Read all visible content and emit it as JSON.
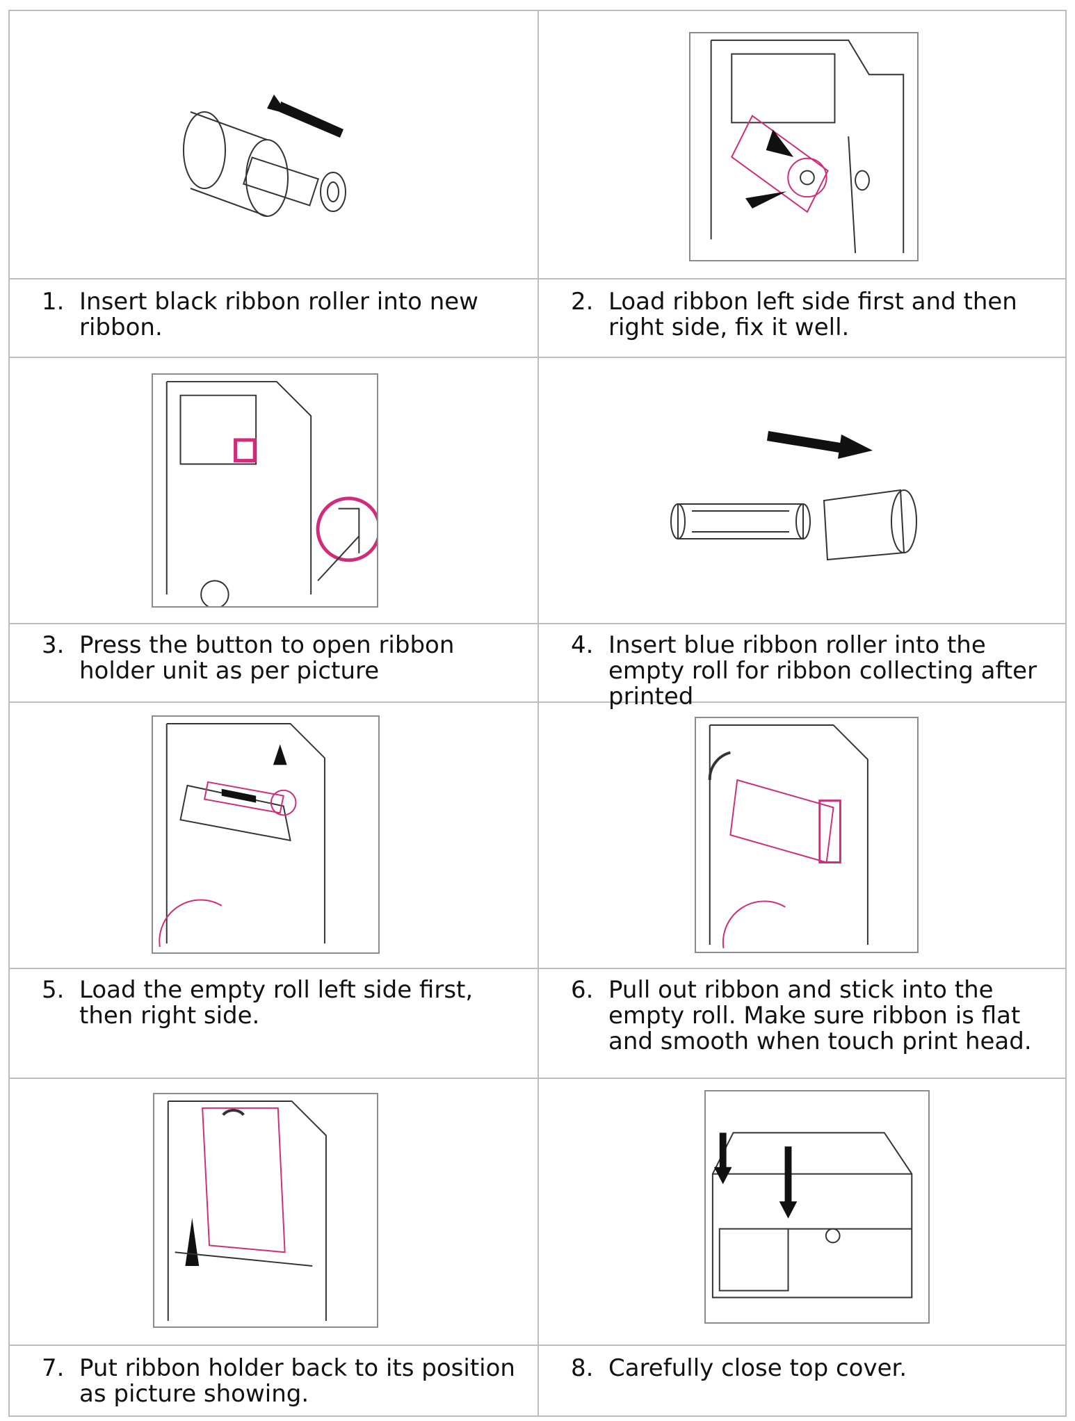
{
  "steps": [
    {
      "number": "1.",
      "text": "Insert black ribbon roller into new ribbon."
    },
    {
      "number": "2.",
      "text": "Load ribbon left side first and then right side, fix it well."
    },
    {
      "number": "3.",
      "text": "Press the button to open ribbon holder unit as per picture"
    },
    {
      "number": "4.",
      "text": "Insert blue ribbon roller into the empty roll for ribbon collecting after printed"
    },
    {
      "number": "5.",
      "text": "Load the empty roll left side first, then right side."
    },
    {
      "number": "6.",
      "text": "Pull out ribbon and stick into the empty roll. Make sure ribbon is flat and smooth when touch print head."
    },
    {
      "number": "7.",
      "text": "Put ribbon holder back to its position as picture showing."
    },
    {
      "number": "8.",
      "text": "Carefully close top cover."
    }
  ],
  "colors": {
    "grid": "#bdbdbd",
    "highlight": "#d12b7a",
    "line_art": "#333333"
  }
}
